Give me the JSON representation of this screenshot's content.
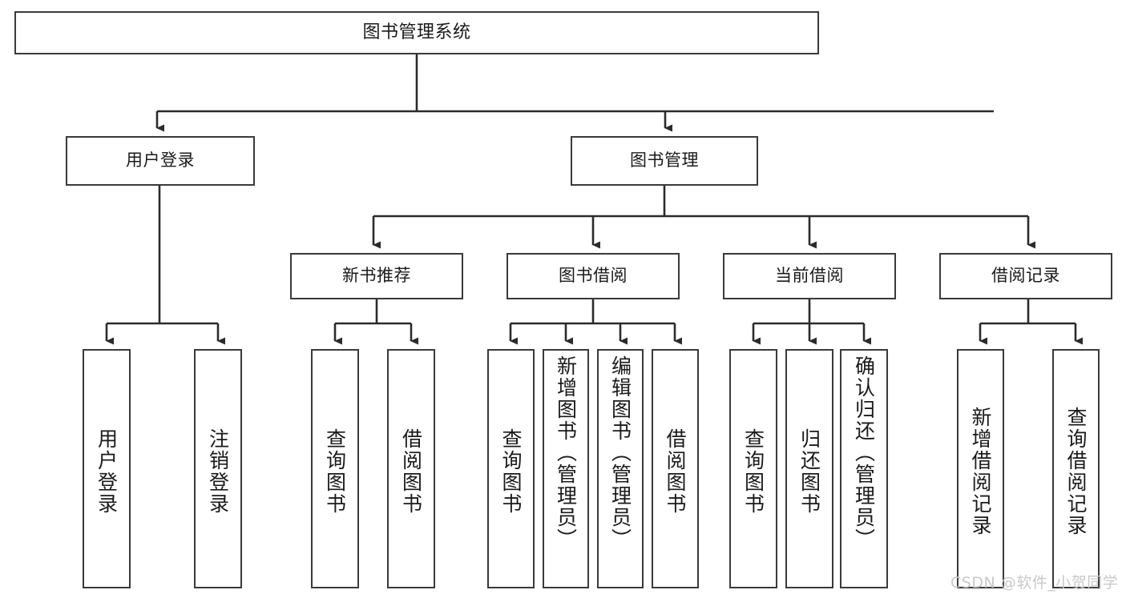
{
  "diagram": {
    "title": "图书管理系统",
    "watermark": "CSDN @软件_小贺同学",
    "colors": {
      "box_border": "#3a3a3a",
      "box_fill": "#ffffff",
      "edge": "#2b2b2b",
      "text": "#1a1a1a",
      "watermark": "#c9c9c9",
      "background": "#ffffff"
    },
    "root": {
      "label": "图书管理系统"
    },
    "level2": [
      {
        "label": "用户登录"
      },
      {
        "label": "图书管理"
      }
    ],
    "level3": [
      {
        "label": "新书推荐"
      },
      {
        "label": "图书借阅"
      },
      {
        "label": "当前借阅"
      },
      {
        "label": "借阅记录"
      }
    ],
    "leaves": {
      "user_login": [
        {
          "label": "用户登录"
        },
        {
          "label": "注销登录"
        }
      ],
      "new_book": [
        {
          "label": "查询图书"
        },
        {
          "label": "借阅图书"
        }
      ],
      "book_borrow": [
        {
          "label": "查询图书"
        },
        {
          "label": "新增图书（管理员）"
        },
        {
          "label": "编辑图书（管理员）"
        },
        {
          "label": "借阅图书"
        }
      ],
      "current_borrow": [
        {
          "label": "查询图书"
        },
        {
          "label": "归还图书"
        },
        {
          "label": "确认归还（管理员）"
        }
      ],
      "borrow_record": [
        {
          "label": "新增借阅记录"
        },
        {
          "label": "查询借阅记录"
        }
      ]
    }
  }
}
